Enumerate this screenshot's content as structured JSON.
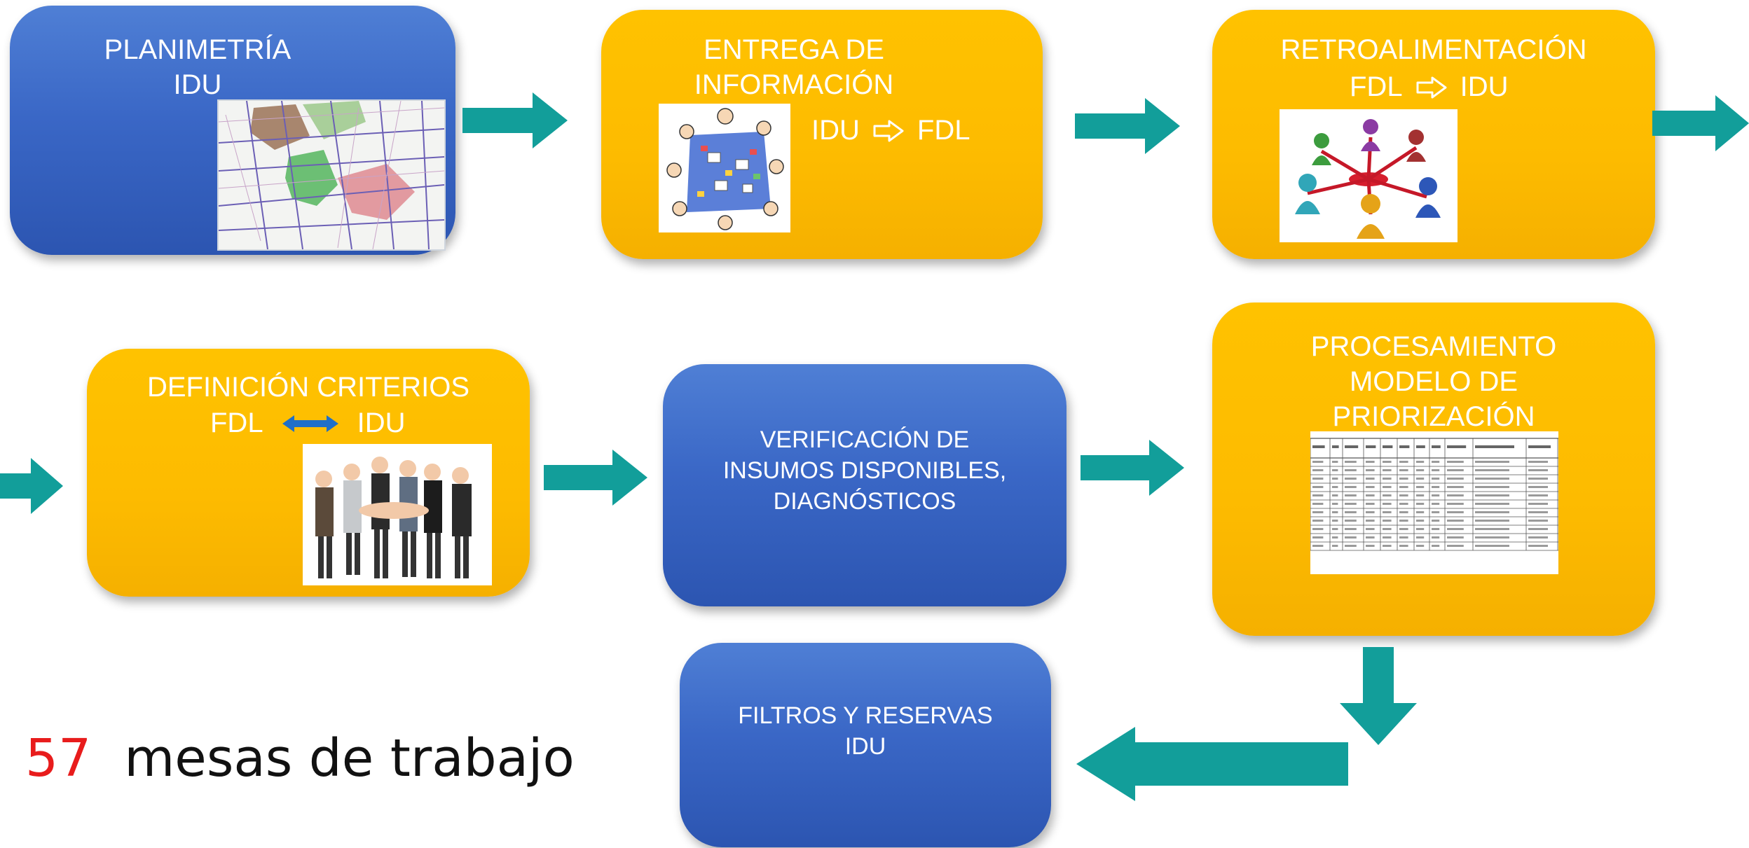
{
  "boxes": {
    "planimetria": {
      "line1": "PLANIMETRÍA",
      "line2": "IDU"
    },
    "entrega": {
      "line1": "ENTREGA DE",
      "line2": "INFORMACIÓN",
      "from": "IDU",
      "to": "FDL"
    },
    "retro": {
      "line1": "RETROALIMENTACIÓN",
      "from": "FDL",
      "to": "IDU"
    },
    "definicion": {
      "line1": "DEFINICIÓN CRITERIOS",
      "from": "FDL",
      "to": "IDU"
    },
    "verificacion": {
      "line1": "VERIFICACIÓN DE",
      "line2": "INSUMOS DISPONIBLES,",
      "line3": "DIAGNÓSTICOS"
    },
    "procesamiento": {
      "line1": "PROCESAMIENTO",
      "line2": "MODELO DE",
      "line3": "PRIORIZACIÓN"
    },
    "filtros": {
      "line1": "FILTROS Y RESERVAS",
      "line2": "IDU"
    }
  },
  "footer": {
    "number": "57",
    "text": "mesas de trabajo"
  },
  "colors": {
    "blue": "#3a67c6",
    "gold": "#fdbb00",
    "arrow": "#129e9a",
    "red": "#e81c1c",
    "double_arrow": "#1f6fc8"
  }
}
